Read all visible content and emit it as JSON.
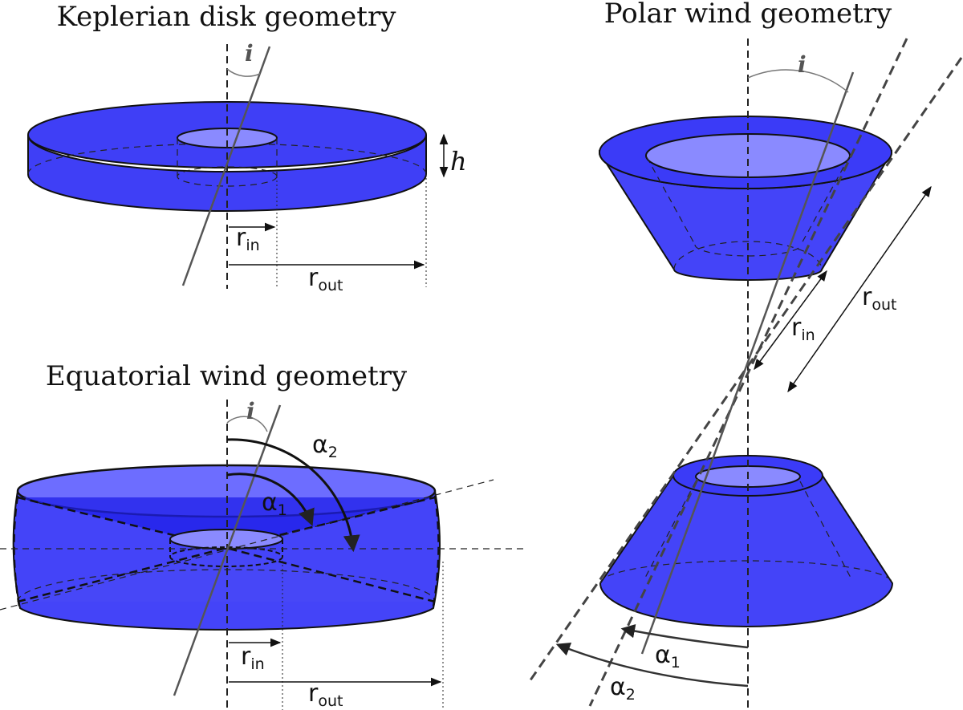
{
  "panels": {
    "keplerian": {
      "title": "Keplerian disk geometry",
      "inclination": "i",
      "height": "h",
      "r_in": {
        "symbol": "r",
        "sub": "in"
      },
      "r_out": {
        "symbol": "r",
        "sub": "out"
      }
    },
    "equatorial": {
      "title": "Equatorial wind geometry",
      "inclination": "i",
      "alpha1": {
        "symbol": "α",
        "sub": "1"
      },
      "alpha2": {
        "symbol": "α",
        "sub": "2"
      },
      "r_in": {
        "symbol": "r",
        "sub": "in"
      },
      "r_out": {
        "symbol": "r",
        "sub": "out"
      }
    },
    "polar": {
      "title": "Polar wind geometry",
      "inclination": "i",
      "alpha1": {
        "symbol": "α",
        "sub": "1"
      },
      "alpha2": {
        "symbol": "α",
        "sub": "2"
      },
      "r_in": {
        "symbol": "r",
        "sub": "in"
      },
      "r_out": {
        "symbol": "r",
        "sub": "out"
      }
    }
  },
  "colors": {
    "disk": "#2f2ff5",
    "disk_light": "#8a8aff",
    "line": "#111111"
  }
}
